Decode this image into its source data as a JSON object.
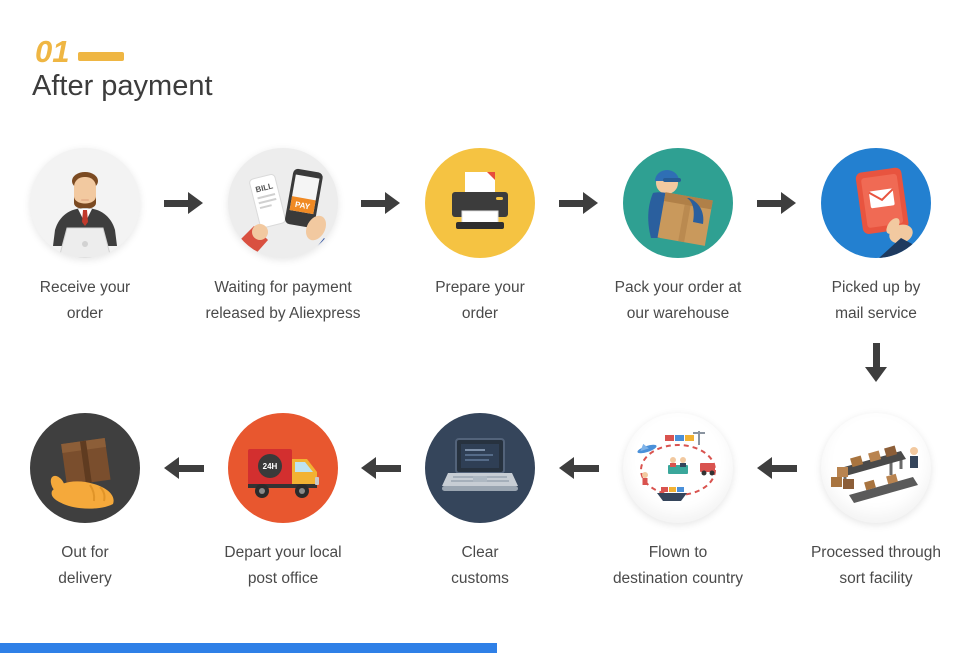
{
  "header": {
    "step_number": "01",
    "title": "After payment"
  },
  "steps": [
    {
      "name": "receive-order",
      "line1": "Receive your",
      "line2": "order"
    },
    {
      "name": "waiting-payment",
      "line1": "Waiting for payment",
      "line2": "released by Aliexpress"
    },
    {
      "name": "prepare-order",
      "line1": "Prepare your",
      "line2": "order"
    },
    {
      "name": "pack-order",
      "line1": "Pack your order at",
      "line2": "our warehouse"
    },
    {
      "name": "picked-up",
      "line1": "Picked up by",
      "line2": "mail service"
    },
    {
      "name": "out-for-delivery",
      "line1": "Out for",
      "line2": "delivery"
    },
    {
      "name": "depart-post-office",
      "line1": "Depart your local",
      "line2": "post office"
    },
    {
      "name": "clear-customs",
      "line1": "Clear",
      "line2": "customs"
    },
    {
      "name": "flown-to-destination",
      "line1": "Flown to",
      "line2": "destination country"
    },
    {
      "name": "sort-facility",
      "line1": "Processed through",
      "line2": "sort facility"
    }
  ],
  "icon_labels": {
    "bill": "BILL",
    "pay": "PAY",
    "truck_badge": "24H"
  },
  "colors": {
    "accent_yellow": "#EFB643",
    "title_gray": "#3C3C3C",
    "arrow": "#3E3E3E",
    "bottom_bar_blue": "#2F80E7",
    "circle_receive": "#F3F3F3",
    "circle_waiting": "#EDEDED",
    "circle_prepare": "#F5C342",
    "circle_pack": "#2FA092",
    "circle_picked": "#2380D0",
    "circle_out": "#3F3F3F",
    "circle_depart": "#E8572F",
    "circle_customs": "#35455B",
    "circle_scene": "#FFFFFF"
  }
}
